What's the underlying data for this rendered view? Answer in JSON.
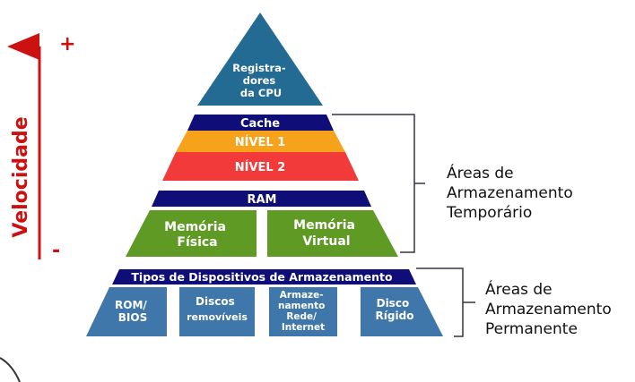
{
  "speed_axis": {
    "label": "Velocidade",
    "top_sign": "+",
    "bottom_sign": "-",
    "color": "#cc1111"
  },
  "pyramid": {
    "cpu_registers": {
      "lines": [
        "Registra-",
        "dores",
        "da CPU"
      ],
      "color": "#246b94"
    },
    "cache": {
      "label": "Cache",
      "color": "#0f0d77"
    },
    "level1": {
      "label": "NÍVEL 1",
      "color": "#f7a21b"
    },
    "level2": {
      "label": "NÍVEL 2",
      "color": "#f23a3a"
    },
    "ram": {
      "label": "RAM",
      "color": "#0f0d77",
      "physical_lines": [
        "Memória",
        "Física"
      ],
      "virtual_lines": [
        "Memória",
        "Virtual"
      ],
      "memory_color": "#5f9a24"
    },
    "storage": {
      "header": "Tipos de Dispositivos de Armazenamento",
      "header_color": "#0f0d77",
      "block_color": "#3f77ab",
      "devices": [
        {
          "lines": [
            "ROM/",
            "BIOS"
          ]
        },
        {
          "lines": [
            "Discos",
            "removíveis"
          ]
        },
        {
          "lines": [
            "Armaze-",
            "namento",
            "Rede/",
            "Internet"
          ]
        },
        {
          "lines": [
            "Disco",
            "Rígido"
          ]
        }
      ]
    }
  },
  "areas": {
    "temporary": [
      "Áreas de",
      "Armazenamento",
      "Temporário"
    ],
    "permanent": [
      "Áreas de",
      "Armazenamento",
      "Permanente"
    ]
  }
}
